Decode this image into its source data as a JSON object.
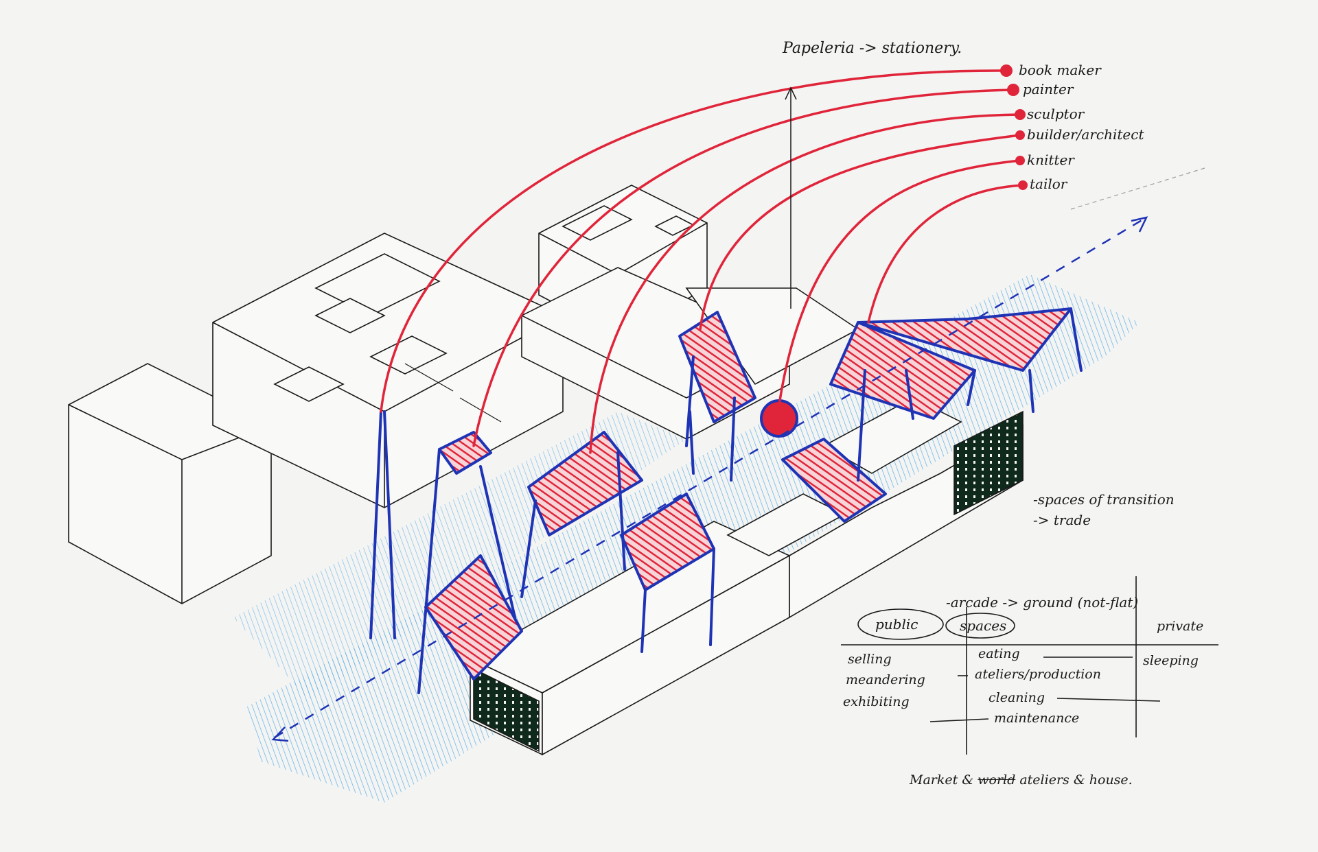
{
  "header_note": "Papeleria -> stationery.",
  "makers": [
    {
      "label": "book maker"
    },
    {
      "label": "painter"
    },
    {
      "label": "sculptor"
    },
    {
      "label": "builder/architect"
    },
    {
      "label": "knitter"
    },
    {
      "label": "tailor"
    }
  ],
  "transition_note": {
    "line1": "-spaces of transition",
    "line2": "-> trade"
  },
  "table": {
    "top_note": "-arcade -> ground (not-flat)",
    "public_label": "public",
    "spaces_label": "spaces",
    "private_label": "private",
    "left_items": [
      "selling",
      "meandering",
      "exhibiting"
    ],
    "mid_items": [
      "eating",
      "ateliers/production",
      "cleaning",
      "maintenance"
    ],
    "right_items": [
      "sleeping"
    ]
  },
  "footer": {
    "part1": "Market &",
    "struck": "world",
    "part2": "ateliers & house."
  },
  "colors": {
    "ink": "#1a1a1a",
    "red": "#e0253a",
    "blue": "#1f33b5",
    "light_blue": "#4aa8e6",
    "dark_facade": "#0f2a1c"
  },
  "icons": [
    "red-dot-marker",
    "arrow-up",
    "dashed-blue-arrow"
  ]
}
